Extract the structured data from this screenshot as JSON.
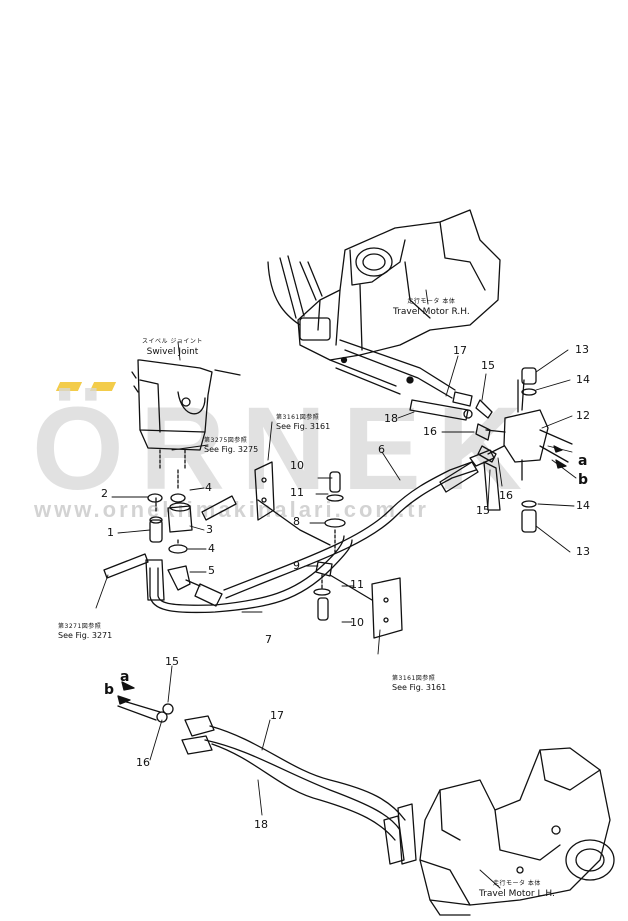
{
  "watermark": {
    "word": "ÖRNEK",
    "url": "www.ornekiimakinalari.com.tr"
  },
  "labels": {
    "swivel_joint_jp": "スイベル ジョイント",
    "swivel_joint_en": "Swivel Joint",
    "travel_motor_rh_jp": "走行モータ 本体",
    "travel_motor_rh_en": "Travel Motor R.H.",
    "travel_motor_lh_jp": "走行モータ 本体",
    "travel_motor_lh_en": "Travel Motor L.H."
  },
  "references": {
    "fig3275_jp": "第3275図参照",
    "fig3275_en": "See Fig. 3275",
    "fig3161a_jp": "第3161図参照",
    "fig3161a_en": "See Fig. 3161",
    "fig3161b_jp": "第3161図参照",
    "fig3161b_en": "See Fig. 3161",
    "fig3271_jp": "第3271図参照",
    "fig3271_en": "See Fig. 3271"
  },
  "callouts": {
    "n1": "1",
    "n2": "2",
    "n3": "3",
    "n4a": "4",
    "n4b": "4",
    "n5": "5",
    "n6": "6",
    "n7": "7",
    "n8": "8",
    "n9": "9",
    "n10a": "10",
    "n10b": "10",
    "n11a": "11",
    "n11b": "11",
    "n12": "12",
    "n13a": "13",
    "n13b": "13",
    "n14a": "14",
    "n14b": "14",
    "n15a": "15",
    "n15b": "15",
    "n15c": "15",
    "n16a": "16",
    "n16b": "16",
    "n16c": "16",
    "n17a": "17",
    "n17b": "17",
    "n18a": "18",
    "n18b": "18",
    "a1": "a",
    "b1": "b",
    "a2": "a",
    "b2": "b"
  }
}
